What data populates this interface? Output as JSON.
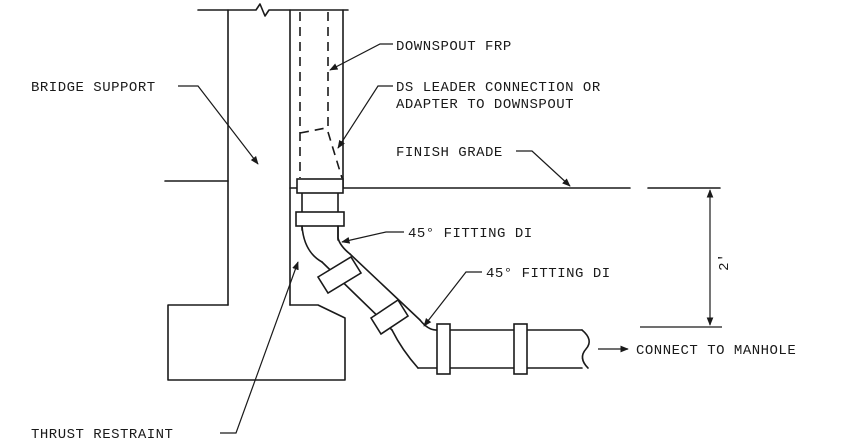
{
  "labels": {
    "downspout": "DOWNSPOUT FRP",
    "ds_leader_line1": "DS LEADER CONNECTION OR",
    "ds_leader_line2": "ADAPTER TO DOWNSPOUT",
    "bridge_support": "BRIDGE SUPPORT",
    "finish_grade": "FINISH GRADE",
    "fitting_upper": "45° FITTING DI",
    "fitting_lower": "45° FITTING DI",
    "connect_manhole": "CONNECT TO MANHOLE",
    "thrust_restraint": "THRUST RESTRAINT",
    "dimension": "2'"
  }
}
